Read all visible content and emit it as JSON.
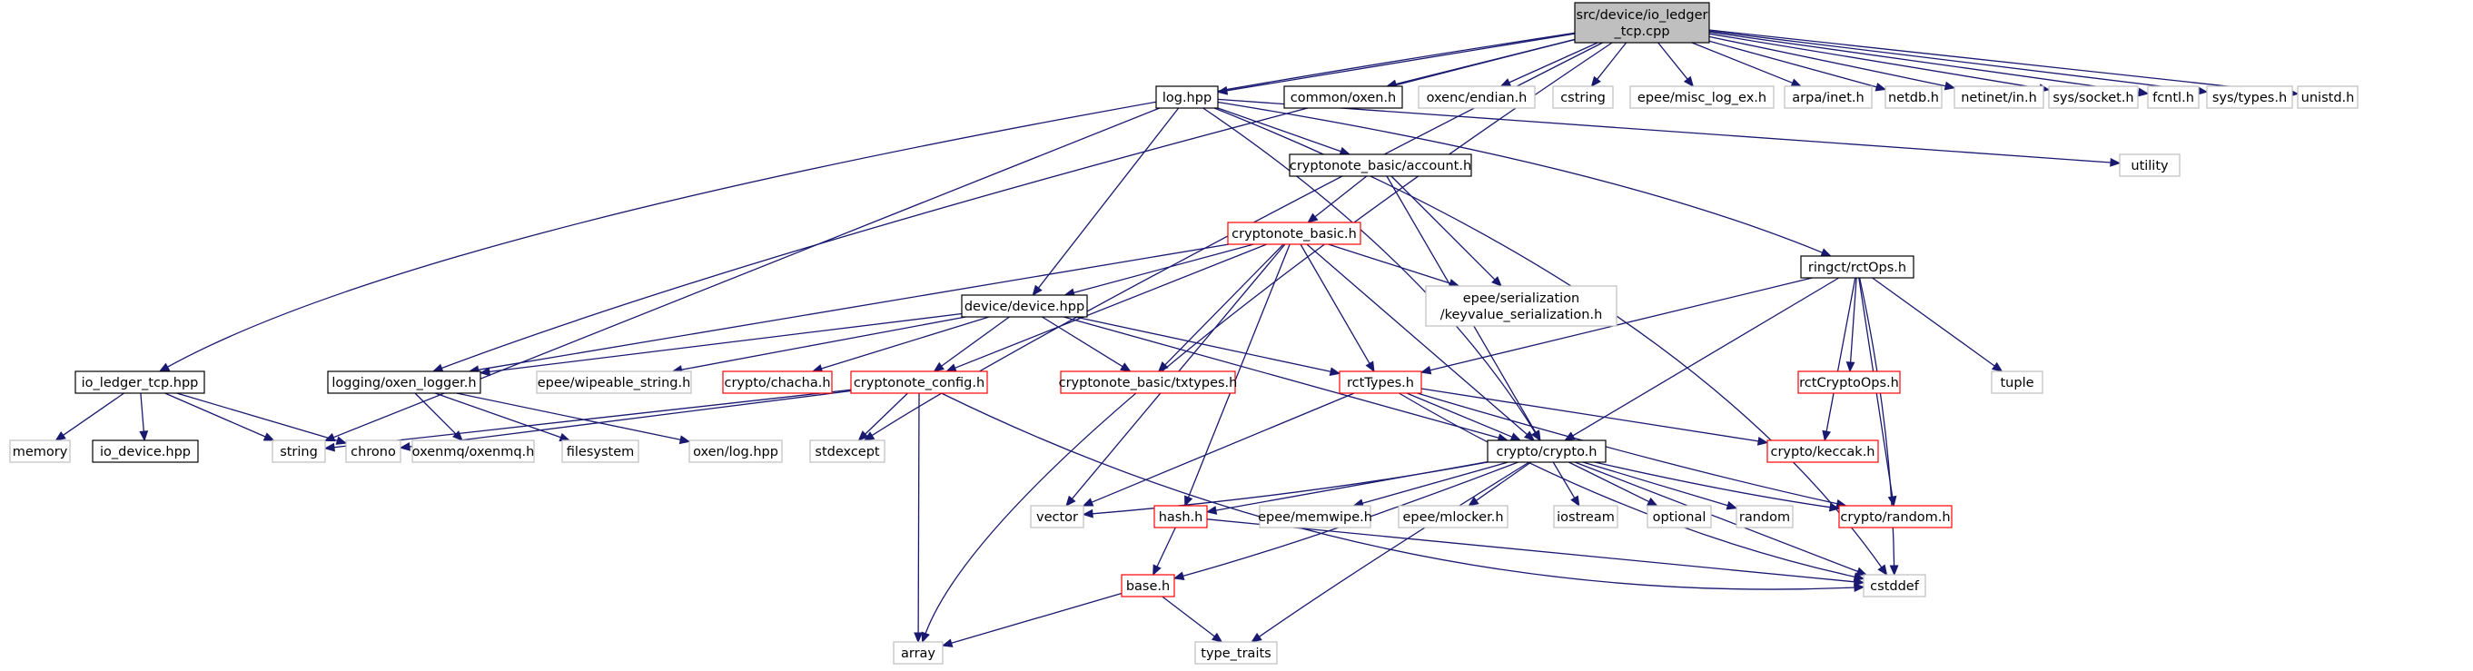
{
  "diagram": {
    "nodes": [
      {
        "id": "root",
        "label": "src/device/io_ledger\n_tcp.cpp",
        "style": "root"
      },
      {
        "id": "log",
        "label": "log.hpp",
        "style": "normal"
      },
      {
        "id": "oxen",
        "label": "common/oxen.h",
        "style": "normal"
      },
      {
        "id": "endian",
        "label": "oxenc/endian.h",
        "style": "missing"
      },
      {
        "id": "cstring",
        "label": "cstring",
        "style": "missing"
      },
      {
        "id": "misclog",
        "label": "epee/misc_log_ex.h",
        "style": "missing"
      },
      {
        "id": "arpainet",
        "label": "arpa/inet.h",
        "style": "missing"
      },
      {
        "id": "netdb",
        "label": "netdb.h",
        "style": "missing"
      },
      {
        "id": "netinetin",
        "label": "netinet/in.h",
        "style": "missing"
      },
      {
        "id": "syssocket",
        "label": "sys/socket.h",
        "style": "missing"
      },
      {
        "id": "fcntl",
        "label": "fcntl.h",
        "style": "missing"
      },
      {
        "id": "systypes",
        "label": "sys/types.h",
        "style": "missing"
      },
      {
        "id": "unistd",
        "label": "unistd.h",
        "style": "missing"
      },
      {
        "id": "utility",
        "label": "utility",
        "style": "missing"
      },
      {
        "id": "account",
        "label": "cryptonote_basic/account.h",
        "style": "normal"
      },
      {
        "id": "cnbasic",
        "label": "cryptonote_basic.h",
        "style": "red"
      },
      {
        "id": "kvser",
        "label": "epee/serialization\n/keyvalue_serialization.h",
        "style": "missing"
      },
      {
        "id": "rctops",
        "label": "ringct/rctOps.h",
        "style": "normal"
      },
      {
        "id": "devicehpp",
        "label": "device/device.hpp",
        "style": "normal"
      },
      {
        "id": "ioledgerhpp",
        "label": "io_ledger_tcp.hpp",
        "style": "normal"
      },
      {
        "id": "oxenlogger",
        "label": "logging/oxen_logger.h",
        "style": "normal"
      },
      {
        "id": "wipeable",
        "label": "epee/wipeable_string.h",
        "style": "missing"
      },
      {
        "id": "chacha",
        "label": "crypto/chacha.h",
        "style": "red"
      },
      {
        "id": "cnconfig",
        "label": "cryptonote_config.h",
        "style": "red"
      },
      {
        "id": "txtypes",
        "label": "cryptonote_basic/txtypes.h",
        "style": "red"
      },
      {
        "id": "rcttypes",
        "label": "rctTypes.h",
        "style": "red"
      },
      {
        "id": "rctcrypto",
        "label": "rctCryptoOps.h",
        "style": "red"
      },
      {
        "id": "tuple",
        "label": "tuple",
        "style": "missing"
      },
      {
        "id": "memory",
        "label": "memory",
        "style": "missing"
      },
      {
        "id": "iodevice",
        "label": "io_device.hpp",
        "style": "normal"
      },
      {
        "id": "string",
        "label": "string",
        "style": "missing"
      },
      {
        "id": "chrono",
        "label": "chrono",
        "style": "missing"
      },
      {
        "id": "oxenmq",
        "label": "oxenmq/oxenmq.h",
        "style": "missing"
      },
      {
        "id": "filesystem",
        "label": "filesystem",
        "style": "missing"
      },
      {
        "id": "oxenloghpp",
        "label": "oxen/log.hpp",
        "style": "missing"
      },
      {
        "id": "stdexcept",
        "label": "stdexcept",
        "style": "missing"
      },
      {
        "id": "cryptoh",
        "label": "crypto/crypto.h",
        "style": "normal"
      },
      {
        "id": "keccak",
        "label": "crypto/keccak.h",
        "style": "red"
      },
      {
        "id": "vector",
        "label": "vector",
        "style": "missing"
      },
      {
        "id": "hashh",
        "label": "hash.h",
        "style": "red"
      },
      {
        "id": "memwipe",
        "label": "epee/memwipe.h",
        "style": "missing"
      },
      {
        "id": "mlocker",
        "label": "epee/mlocker.h",
        "style": "missing"
      },
      {
        "id": "iostream",
        "label": "iostream",
        "style": "missing"
      },
      {
        "id": "optional",
        "label": "optional",
        "style": "missing"
      },
      {
        "id": "random",
        "label": "random",
        "style": "missing"
      },
      {
        "id": "cryptorandom",
        "label": "crypto/random.h",
        "style": "red"
      },
      {
        "id": "baseh",
        "label": "base.h",
        "style": "red"
      },
      {
        "id": "cstddef",
        "label": "cstddef",
        "style": "missing"
      },
      {
        "id": "array",
        "label": "array",
        "style": "missing"
      },
      {
        "id": "typetraits",
        "label": "type_traits",
        "style": "missing"
      }
    ],
    "edges": [
      [
        "root",
        "log"
      ],
      [
        "root",
        "oxen"
      ],
      [
        "root",
        "endian"
      ],
      [
        "root",
        "cstring"
      ],
      [
        "root",
        "misclog"
      ],
      [
        "root",
        "arpainet"
      ],
      [
        "root",
        "netdb"
      ],
      [
        "root",
        "netinetin"
      ],
      [
        "root",
        "syssocket"
      ],
      [
        "root",
        "fcntl"
      ],
      [
        "root",
        "systypes"
      ],
      [
        "root",
        "unistd"
      ],
      [
        "root",
        "ioledgerhpp"
      ],
      [
        "root",
        "oxenlogger"
      ],
      [
        "root",
        "array"
      ],
      [
        "root",
        "stdexcept"
      ],
      [
        "log",
        "string"
      ],
      [
        "log",
        "devicehpp"
      ],
      [
        "log",
        "account"
      ],
      [
        "log",
        "rctops"
      ],
      [
        "log",
        "cryptoh"
      ],
      [
        "log",
        "cstddef"
      ],
      [
        "log",
        "utility"
      ],
      [
        "account",
        "cnbasic"
      ],
      [
        "account",
        "kvser"
      ],
      [
        "account",
        "cryptoh"
      ],
      [
        "cnbasic",
        "devicehpp"
      ],
      [
        "cnbasic",
        "kvser"
      ],
      [
        "cnbasic",
        "oxenlogger"
      ],
      [
        "cnbasic",
        "cnconfig"
      ],
      [
        "cnbasic",
        "txtypes"
      ],
      [
        "cnbasic",
        "rcttypes"
      ],
      [
        "cnbasic",
        "cryptoh"
      ],
      [
        "cnbasic",
        "hashh"
      ],
      [
        "cnbasic",
        "vector"
      ],
      [
        "devicehpp",
        "oxenlogger"
      ],
      [
        "devicehpp",
        "wipeable"
      ],
      [
        "devicehpp",
        "chacha"
      ],
      [
        "devicehpp",
        "cnconfig"
      ],
      [
        "devicehpp",
        "txtypes"
      ],
      [
        "devicehpp",
        "rcttypes"
      ],
      [
        "devicehpp",
        "cryptoh"
      ],
      [
        "rctops",
        "rcttypes"
      ],
      [
        "rctops",
        "cryptoh"
      ],
      [
        "rctops",
        "keccak"
      ],
      [
        "rctops",
        "rctcrypto"
      ],
      [
        "rctops",
        "tuple"
      ],
      [
        "rctops",
        "cryptorandom"
      ],
      [
        "rctops",
        "cstddef"
      ],
      [
        "ioledgerhpp",
        "memory"
      ],
      [
        "ioledgerhpp",
        "iodevice"
      ],
      [
        "ioledgerhpp",
        "string"
      ],
      [
        "ioledgerhpp",
        "chrono"
      ],
      [
        "oxenlogger",
        "oxenmq"
      ],
      [
        "oxenlogger",
        "filesystem"
      ],
      [
        "oxenlogger",
        "oxenloghpp"
      ],
      [
        "cnconfig",
        "string"
      ],
      [
        "cnconfig",
        "chrono"
      ],
      [
        "cnconfig",
        "stdexcept"
      ],
      [
        "cnconfig",
        "array"
      ],
      [
        "cnconfig",
        "cstddef"
      ],
      [
        "rcttypes",
        "cryptoh"
      ],
      [
        "rcttypes",
        "keccak"
      ],
      [
        "rcttypes",
        "vector"
      ],
      [
        "rcttypes",
        "cryptorandom"
      ],
      [
        "rcttypes",
        "cstddef"
      ],
      [
        "cryptoh",
        "vector"
      ],
      [
        "cryptoh",
        "hashh"
      ],
      [
        "cryptoh",
        "memwipe"
      ],
      [
        "cryptoh",
        "mlocker"
      ],
      [
        "cryptoh",
        "iostream"
      ],
      [
        "cryptoh",
        "optional"
      ],
      [
        "cryptoh",
        "random"
      ],
      [
        "cryptoh",
        "cryptorandom"
      ],
      [
        "cryptoh",
        "cstddef"
      ],
      [
        "cryptoh",
        "typetraits"
      ],
      [
        "cryptoh",
        "baseh"
      ],
      [
        "hashh",
        "baseh"
      ],
      [
        "hashh",
        "cstddef"
      ],
      [
        "baseh",
        "array"
      ],
      [
        "baseh",
        "typetraits"
      ]
    ]
  },
  "colors": {
    "edge": "#191970",
    "normal_border": "#000000",
    "missing_border": "#bfbfbf",
    "red_border": "#ff0000",
    "root_fill": "#bfbfbf",
    "node_fill": "#ffffff"
  }
}
